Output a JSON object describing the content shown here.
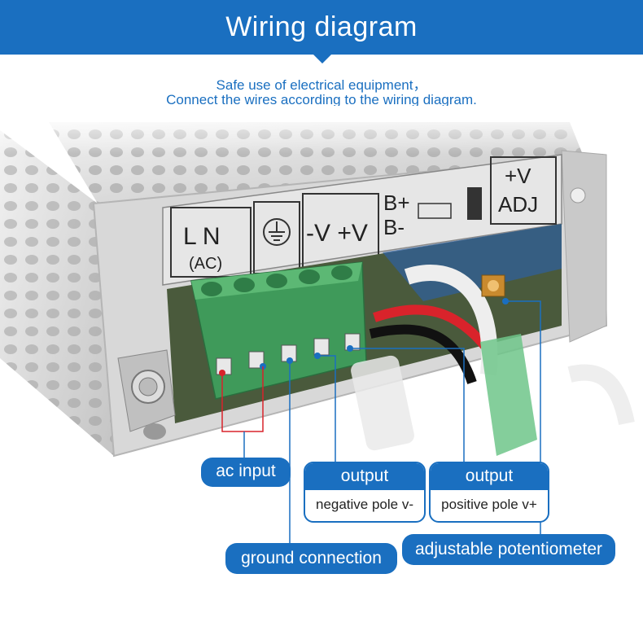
{
  "header": {
    "title": "Wiring diagram",
    "subtitle_line1": "Safe use of electrical equipment，",
    "subtitle_line2": "Connect the wires according to the wiring diagram."
  },
  "device_labels": {
    "ln": "L   N",
    "ac": "(AC)",
    "vv": "-V  +V",
    "b_plus": "B+",
    "b_minus": "B-",
    "v_plus": "+V",
    "adj": "ADJ"
  },
  "callouts": {
    "ac_input": "ac input",
    "ground": "ground connection",
    "output_neg_head": "output",
    "output_neg_body": "negative pole v-",
    "output_pos_head": "output",
    "output_pos_body": "positive pole v+",
    "potentiometer": "adjustable potentiometer"
  },
  "colors": {
    "accent": "#1a6fc0",
    "terminal_green": "#3f9a5a",
    "metal": "#cfcfcf",
    "wire_red": "#d9232b"
  }
}
